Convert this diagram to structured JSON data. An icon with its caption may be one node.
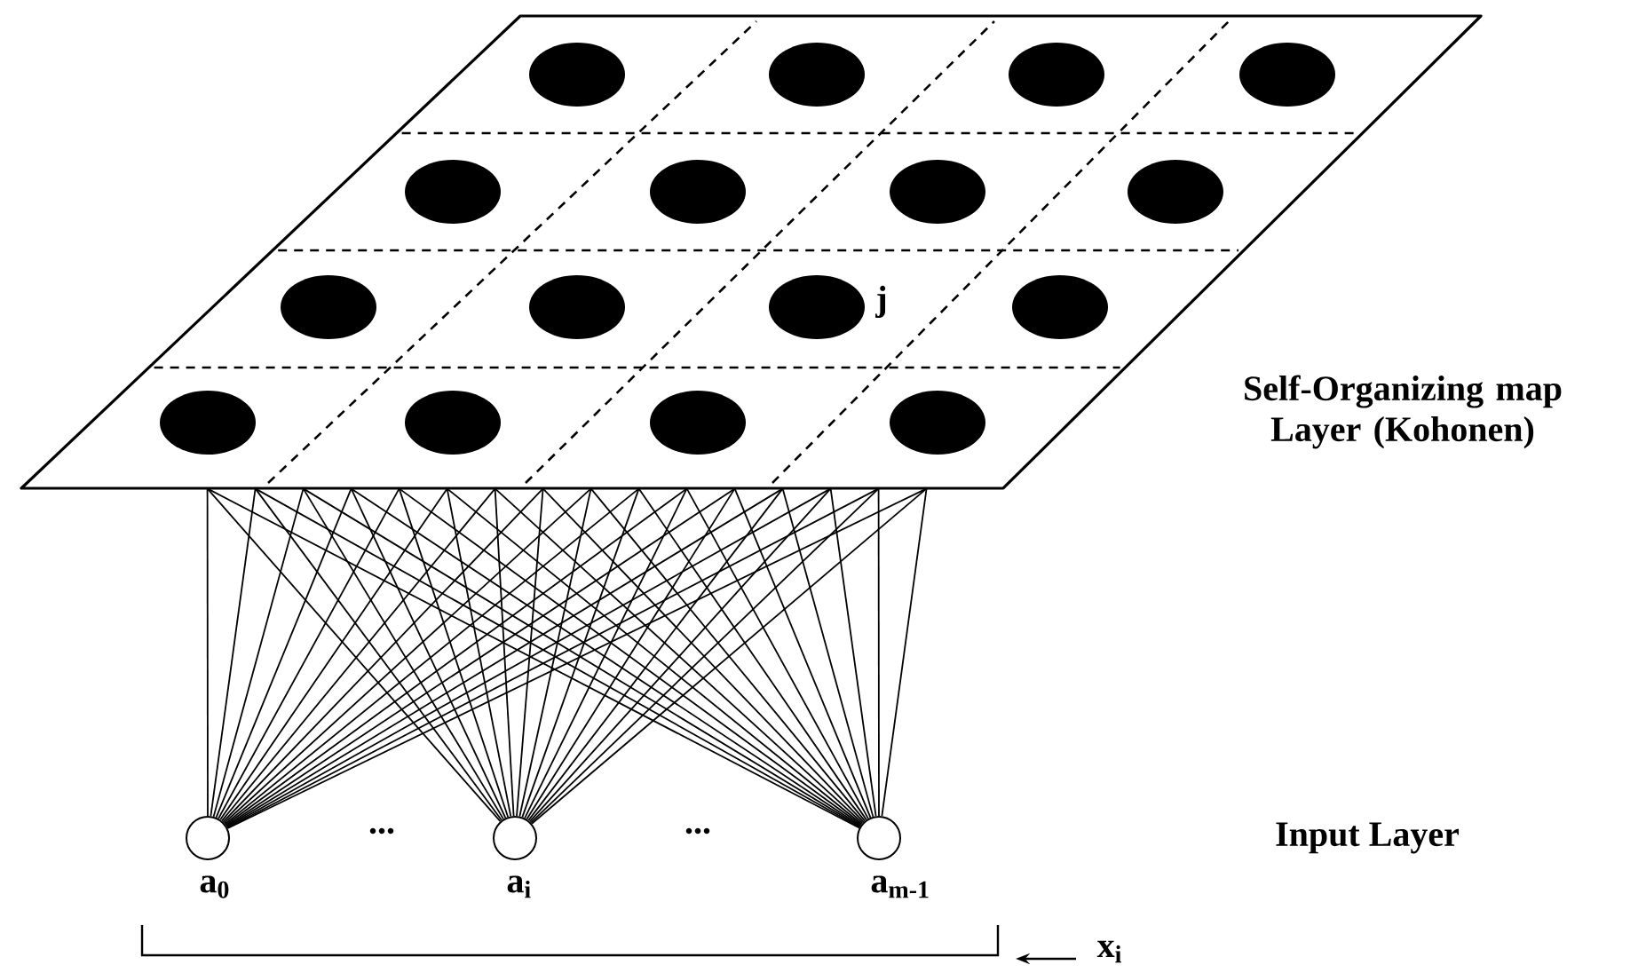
{
  "diagram": {
    "nodes": [
      {
        "text": [],
        "shape": "box",
        "beside": [
          "Self-Organizing map Layer (Kohonen)"
        ]
      },
      {
        "text": [],
        "shape": "circle",
        "in": 0
      },
      {
        "text": [],
        "shape": "circle",
        "in": 0
      },
      {
        "text": [],
        "shape": "circle",
        "in": 0
      },
      {
        "text": [],
        "shape": "circle",
        "in": 0
      },
      {
        "text": [],
        "shape": "circle",
        "in": 0
      },
      {
        "text": [],
        "shape": "circle",
        "in": 0
      },
      {
        "text": [],
        "shape": "circle",
        "in": 0
      },
      {
        "text": [],
        "shape": "circle",
        "in": 0
      },
      {
        "text": [],
        "shape": "circle",
        "in": 0
      },
      {
        "text": [],
        "shape": "circle",
        "in": 0
      },
      {
        "text": [],
        "shape": "circle",
        "in": 0,
        "beside": [
          "j"
        ]
      },
      {
        "text": [],
        "shape": "circle",
        "in": 0
      },
      {
        "text": [],
        "shape": "circle",
        "in": 0
      },
      {
        "text": [],
        "shape": "circle",
        "in": 0
      },
      {
        "text": [],
        "shape": "circle",
        "in": 0
      },
      {
        "text": [],
        "shape": "circle",
        "in": 0
      },
      {
        "text": [],
        "shape": "circle",
        "beside": [
          "a$_{0}$"
        ]
      },
      {
        "text": [],
        "shape": "circle",
        "beside": [
          "a$_{i}$"
        ]
      },
      {
        "text": [],
        "shape": "circle",
        "beside": [
          "a$_{m-1}$"
        ]
      }
    ],
    "edges": [
      {
        "from": 17,
        "to": 0,
        "arrow": "none"
      },
      {
        "from": 17,
        "to": 0,
        "arrow": "none"
      },
      {
        "from": 17,
        "to": 0,
        "arrow": "none"
      },
      {
        "from": 17,
        "to": 0,
        "arrow": "none"
      },
      {
        "from": 17,
        "to": 0,
        "arrow": "none"
      },
      {
        "from": 17,
        "to": 0,
        "arrow": "none"
      },
      {
        "from": 17,
        "to": 0,
        "arrow": "none"
      },
      {
        "from": 17,
        "to": 0,
        "arrow": "none"
      },
      {
        "from": 17,
        "to": 0,
        "arrow": "none"
      },
      {
        "from": 17,
        "to": 0,
        "arrow": "none"
      },
      {
        "from": 17,
        "to": 0,
        "arrow": "none"
      },
      {
        "from": 17,
        "to": 0,
        "arrow": "none"
      },
      {
        "from": 17,
        "to": 0,
        "arrow": "none"
      },
      {
        "from": 17,
        "to": 0,
        "arrow": "none"
      },
      {
        "from": 17,
        "to": 0,
        "arrow": "none"
      },
      {
        "from": 17,
        "to": 0,
        "arrow": "none"
      },
      {
        "from": 18,
        "to": 0,
        "arrow": "none"
      },
      {
        "from": 18,
        "to": 0,
        "arrow": "none"
      },
      {
        "from": 18,
        "to": 0,
        "arrow": "none"
      },
      {
        "from": 18,
        "to": 0,
        "arrow": "none"
      },
      {
        "from": 18,
        "to": 0,
        "arrow": "none"
      },
      {
        "from": 18,
        "to": 0,
        "arrow": "none"
      },
      {
        "from": 18,
        "to": 0,
        "arrow": "none"
      },
      {
        "from": 18,
        "to": 0,
        "arrow": "none"
      },
      {
        "from": 18,
        "to": 0,
        "arrow": "none"
      },
      {
        "from": 18,
        "to": 0,
        "arrow": "none"
      },
      {
        "from": 18,
        "to": 0,
        "arrow": "none"
      },
      {
        "from": 18,
        "to": 0,
        "arrow": "none"
      },
      {
        "from": 18,
        "to": 0,
        "arrow": "none"
      },
      {
        "from": 18,
        "to": 0,
        "arrow": "none"
      },
      {
        "from": 18,
        "to": 0,
        "arrow": "none"
      },
      {
        "from": 18,
        "to": 0,
        "arrow": "none"
      },
      {
        "from": 19,
        "to": 0,
        "arrow": "none"
      },
      {
        "from": 19,
        "to": 0,
        "arrow": "none"
      },
      {
        "from": 19,
        "to": 0,
        "arrow": "none"
      },
      {
        "from": 19,
        "to": 0,
        "arrow": "none"
      },
      {
        "from": 19,
        "to": 0,
        "arrow": "none"
      },
      {
        "from": 19,
        "to": 0,
        "arrow": "none"
      },
      {
        "from": 19,
        "to": 0,
        "arrow": "none"
      },
      {
        "from": 19,
        "to": 0,
        "arrow": "none"
      },
      {
        "from": 19,
        "to": 0,
        "arrow": "none"
      },
      {
        "from": 19,
        "to": 0,
        "arrow": "none"
      },
      {
        "from": 19,
        "to": 0,
        "arrow": "none"
      },
      {
        "from": 19,
        "to": 0,
        "arrow": "none"
      },
      {
        "from": 19,
        "to": 0,
        "arrow": "none"
      },
      {
        "from": 19,
        "to": 0,
        "arrow": "none"
      },
      {
        "from": 19,
        "to": 0,
        "arrow": "none"
      },
      {
        "from": 19,
        "to": 0,
        "arrow": "none"
      }
    ],
    "labels": [
      "...",
      "...",
      "Input Layer",
      "x$_{i}$"
    ]
  }
}
